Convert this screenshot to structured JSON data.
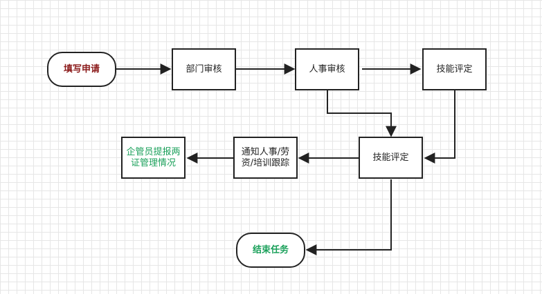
{
  "nodes": {
    "start": {
      "label": "填写申请",
      "color": "#8b1a1a"
    },
    "dept_review": {
      "label": "部门审核"
    },
    "hr_review": {
      "label": "人事审核"
    },
    "skill_eval_1": {
      "label": "技能评定"
    },
    "skill_eval_2": {
      "label": "技能评定"
    },
    "notify": {
      "label": "通知人事/劳资/培训跟踪"
    },
    "report": {
      "label": "企管员提报两证管理情况",
      "color": "#1aa05a"
    },
    "end": {
      "label": "结束任务",
      "color": "#1aa05a"
    }
  }
}
